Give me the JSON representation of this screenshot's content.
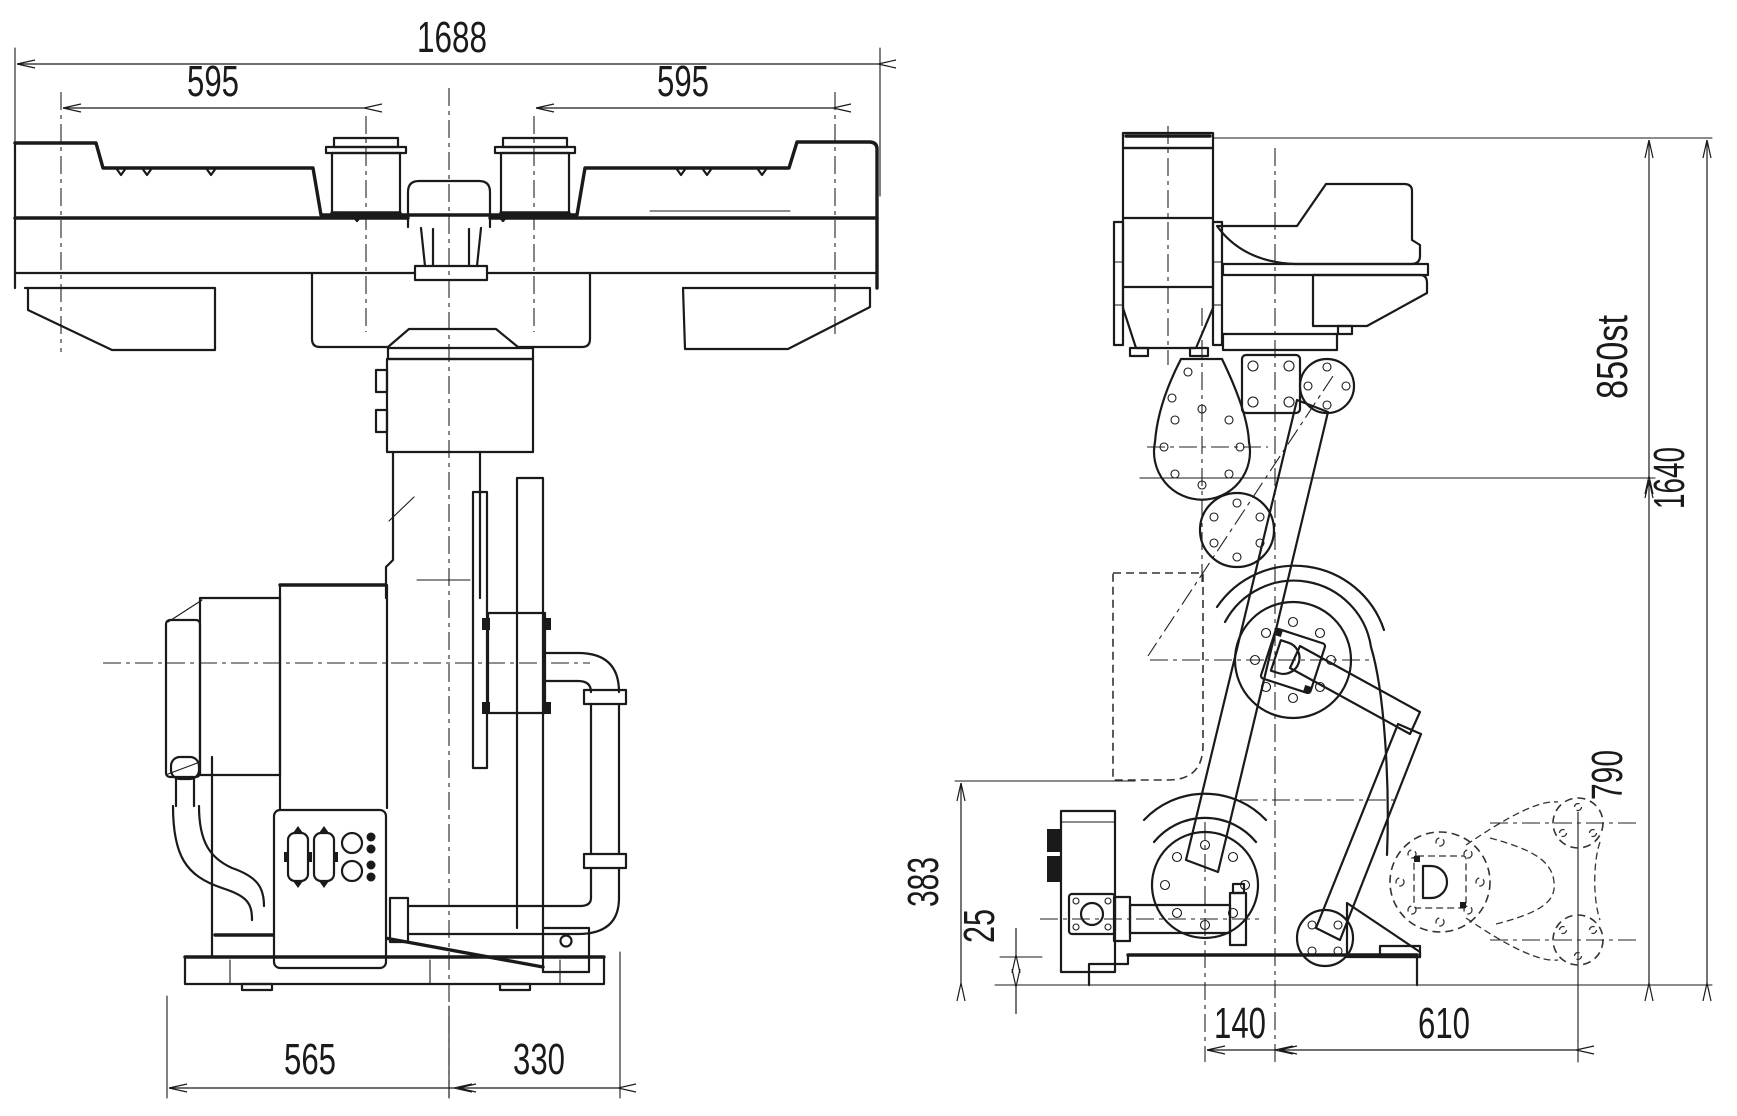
{
  "drawing": {
    "type": "engineering-dimension-drawing",
    "background": "#ffffff",
    "line_color": "#1a1a1a",
    "views": {
      "front": {
        "label": "front-view",
        "dims": {
          "overall_width": "1688",
          "carriage_left": "595",
          "carriage_right": "595",
          "base_left": "565",
          "base_right": "330"
        }
      },
      "side": {
        "label": "side-view",
        "dims": {
          "stroke": "850st",
          "overall_height": "1640",
          "lower_height": "790",
          "rear_height": "383",
          "base_plate": "25",
          "bottom_offset": "140",
          "bottom_reach": "610"
        }
      }
    }
  }
}
